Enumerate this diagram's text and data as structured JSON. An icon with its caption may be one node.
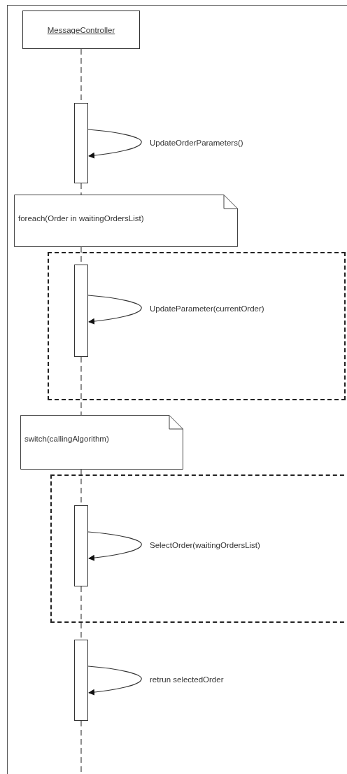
{
  "diagram": {
    "nodes": [
      {
        "text": [
          "MessageController"
        ]
      },
      {
        "text": [],
        "shape": "bar"
      },
      {
        "text": [
          "foreach(Order in waitingOrdersList)"
        ]
      },
      {
        "text": [],
        "shape": "box"
      },
      {
        "text": [],
        "shape": "bar",
        "in": 3
      },
      {
        "text": [
          "switch(callingAlgorithm)"
        ]
      },
      {
        "text": [],
        "shape": "box"
      },
      {
        "text": [],
        "shape": "bar",
        "in": 6
      },
      {
        "text": [],
        "shape": "bar"
      }
    ],
    "edges": [
      {
        "from": 0,
        "to": 1,
        "arrow": "none",
        "style": "dashed"
      },
      {
        "from": 1,
        "to": 2,
        "arrow": "none",
        "style": "dashed"
      },
      {
        "from": 2,
        "to": 4,
        "arrow": "none",
        "style": "dashed"
      },
      {
        "from": 4,
        "to": 5,
        "arrow": "none",
        "style": "dashed"
      },
      {
        "from": 5,
        "to": 7,
        "arrow": "none",
        "style": "dashed"
      },
      {
        "from": 7,
        "to": 8,
        "arrow": "none",
        "style": "dashed"
      },
      {
        "from": 8,
        "to": null,
        "arrow": "none",
        "style": "dashed"
      },
      {
        "from": 1,
        "to": 1,
        "arrow": "to",
        "label": "UpdateOrderParameters()"
      },
      {
        "from": 4,
        "to": 4,
        "arrow": "to",
        "label": "UpdateParameter(currentOrder)"
      },
      {
        "from": 7,
        "to": 7,
        "arrow": "to",
        "label": "SelectOrder(waitingOrdersList)"
      },
      {
        "from": 8,
        "to": 8,
        "arrow": "to",
        "label": "retrun selectedOrder"
      }
    ]
  }
}
